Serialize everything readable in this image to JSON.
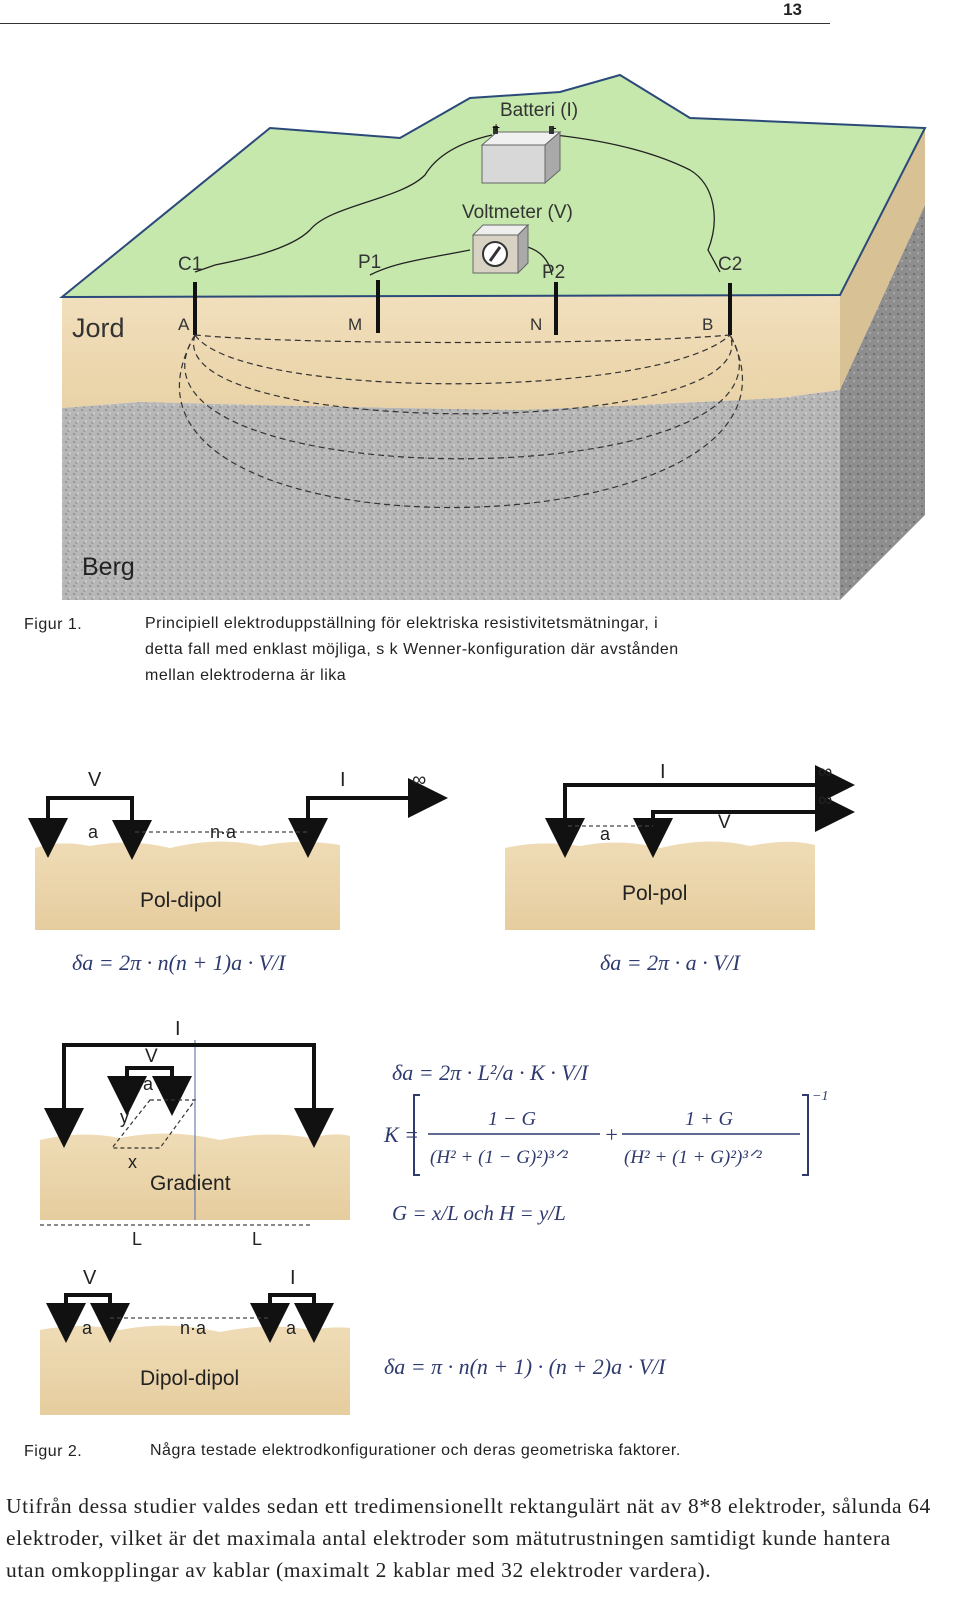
{
  "page_number": "13",
  "figure1": {
    "labels": {
      "battery": "Batteri (I)",
      "voltmeter": "Voltmeter (V)",
      "plus": "+",
      "minus": "-",
      "c1": "C1",
      "p1": "P1",
      "p2": "P2",
      "c2": "C2",
      "a": "A",
      "m": "M",
      "n": "N",
      "b": "B",
      "soil": "Jord",
      "rock": "Berg"
    },
    "caption_label": "Figur 1.",
    "caption_lines": [
      "Principiell elektroduppställning för elektriska resistivitetsmätningar, i",
      "detta fall med enklast möjliga, s k Wenner-konfiguration där avstånden",
      "mellan elektroderna är lika"
    ]
  },
  "figure2": {
    "pol_dipol": {
      "v": "V",
      "i": "I",
      "inf": "∞",
      "a": "a",
      "na": "n·a",
      "name": "Pol-dipol",
      "formula": "δa = 2π · n(n + 1)a · V/I"
    },
    "pol_pol": {
      "i": "I",
      "v": "V",
      "inf": "∞",
      "a": "a",
      "name": "Pol-pol",
      "formula": "δa = 2π · a · V/I"
    },
    "gradient": {
      "i": "I",
      "v": "V",
      "a": "a",
      "y": "y",
      "x": "x",
      "l": "L",
      "name": "Gradient",
      "formula1": "δa = 2π · L²/a · K · V/I",
      "formula_k_label": "K =",
      "formula_k_num1": "1 − G",
      "formula_k_den1": "(H² + (1 − G)²)³ᐟ²",
      "formula_k_num2": "1 + G",
      "formula_k_den2": "(H² + (1 + G)²)³ᐟ²",
      "formula_k_exp": "−1",
      "formula3": "G = x/L  och H = y/L"
    },
    "dipol_dipol": {
      "v": "V",
      "i": "I",
      "a": "a",
      "na": "n·a",
      "name": "Dipol-dipol",
      "formula": "δa = π · n(n + 1) · (n + 2)a · V/I"
    },
    "caption_label": "Figur 2.",
    "caption_text": "Några testade elektrodkonfigurationer och deras geometriska faktorer."
  },
  "body": "Utifrån dessa studier valdes sedan ett tredimensionellt rektangulärt nät av 8*8 elektroder, sålunda 64 elektroder, vilket är det maximala antal elektroder som mätutrustningen samtidigt kunde hantera utan omkopplingar av kablar (maximalt 2 kablar med 32 elektroder vardera)."
}
